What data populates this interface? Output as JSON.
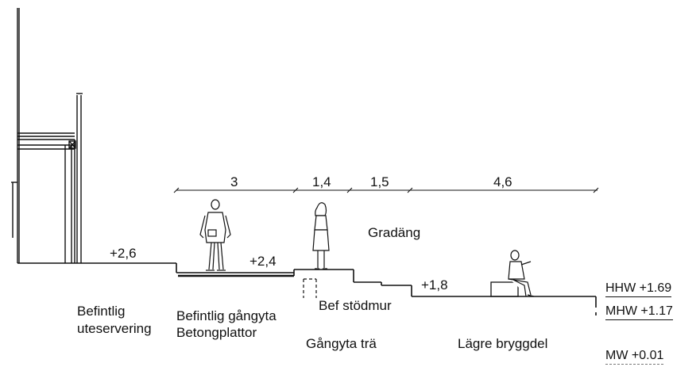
{
  "dimensions": {
    "d1": "3",
    "d2": "1,4",
    "d3": "1,5",
    "d4": "4,6"
  },
  "levels": {
    "left_terrace": "+2,6",
    "paving": "+2,4",
    "lower": "+1,8"
  },
  "labels": {
    "gradang": "Gradäng",
    "befintlig": "Befintlig",
    "uteservering": "uteservering",
    "befintlig_gangyta": "Befintlig gångyta",
    "betongplattor": "Betongplattor",
    "bef_stodmur": "Bef stödmur",
    "gangyta_tra": "Gångyta trä",
    "lagre_bryggdel": "Lägre bryggdel"
  },
  "water_levels": {
    "hhw": "HHW +1.69",
    "mhw": "MHW +1.17",
    "mw": "MW +0.01"
  }
}
